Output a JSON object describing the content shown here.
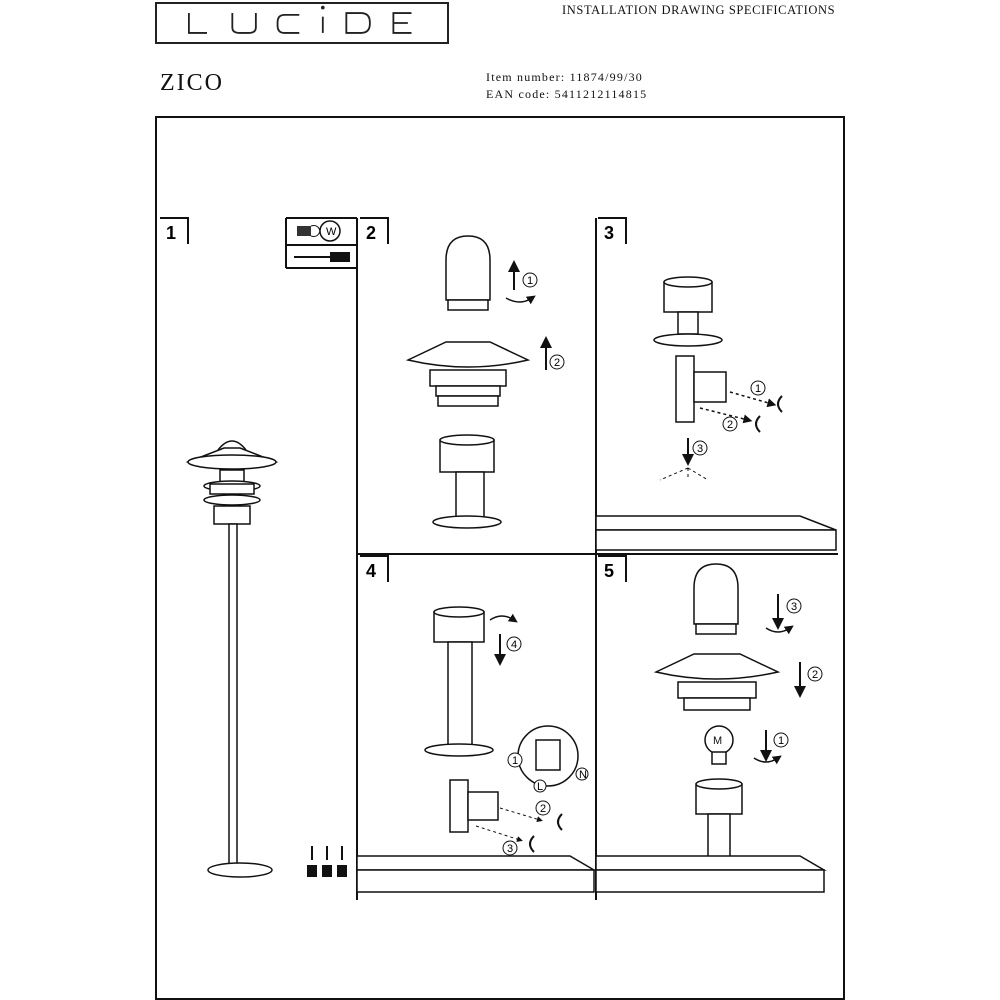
{
  "header": {
    "brand": "LUCIDE",
    "document_title": "INSTALLATION DRAWING SPECIFICATIONS",
    "model_name": "ZICO",
    "item_number_label": "Item number: 11874/99/30",
    "ean_code_label": "EAN code: 5411212114815"
  },
  "steps": [
    {
      "number": "1",
      "tools": [
        "bulb-icon",
        "screwdriver-icon"
      ],
      "tool_bulb_label": "W"
    },
    {
      "number": "2",
      "callouts": [
        "1",
        "2"
      ]
    },
    {
      "number": "3",
      "callouts": [
        "1",
        "2",
        "3"
      ]
    },
    {
      "number": "4",
      "callouts": [
        "1",
        "2",
        "3",
        "4"
      ],
      "terminal_labels": [
        "L",
        "N"
      ]
    },
    {
      "number": "5",
      "callouts": [
        "3",
        "2",
        "1"
      ],
      "bulb_label": "M"
    }
  ]
}
